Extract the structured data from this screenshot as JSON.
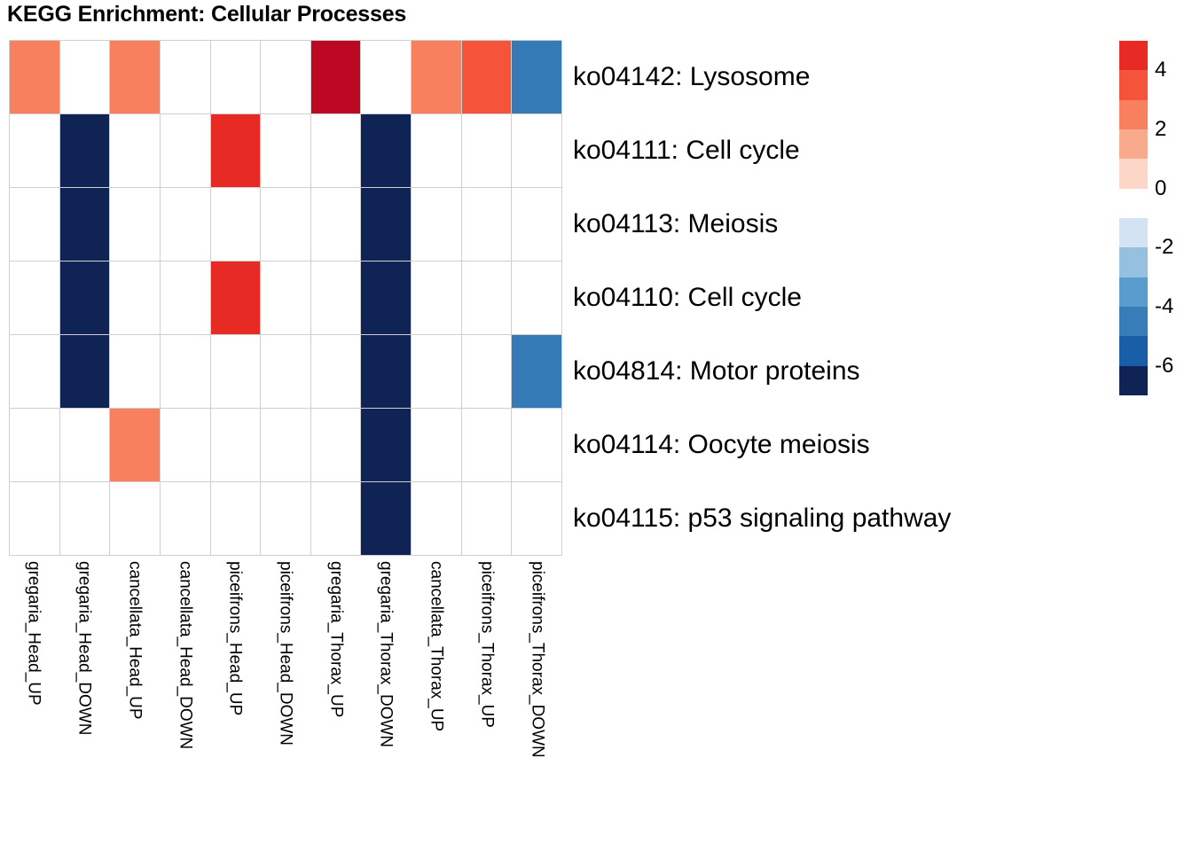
{
  "title": "KEGG Enrichment: Cellular Processes",
  "chart_data": {
    "type": "heatmap",
    "title": "KEGG Enrichment: Cellular Processes",
    "xlabel": "",
    "ylabel": "",
    "grid": true,
    "legend_position": "right",
    "columns": [
      "gregaria_Head_UP",
      "gregaria_Head_DOWN",
      "cancellata_Head_UP",
      "cancellata_Head_DOWN",
      "piceifrons_Head_UP",
      "piceifrons_Head_DOWN",
      "gregaria_Thorax_UP",
      "gregaria_Thorax_DOWN",
      "cancellata_Thorax_UP",
      "piceifrons_Thorax_UP",
      "piceifrons_Thorax_DOWN"
    ],
    "rows": [
      "ko04142: Lysosome",
      "ko04111: Cell cycle",
      "ko04113: Meiosis",
      "ko04110: Cell cycle",
      "ko04814: Motor proteins",
      "ko04114: Oocyte meiosis",
      "ko04115: p53 signaling pathway"
    ],
    "values": [
      [
        2.6,
        0,
        2.6,
        0,
        0,
        0,
        5.6,
        0,
        2.6,
        3.8,
        -4.0
      ],
      [
        0,
        -6.5,
        0,
        0,
        4.6,
        0,
        0,
        -6.5,
        0,
        0,
        0
      ],
      [
        0,
        -6.5,
        0,
        0,
        0,
        0,
        0,
        -6.5,
        0,
        0,
        0
      ],
      [
        0,
        -6.5,
        0,
        0,
        4.6,
        0,
        0,
        -6.5,
        0,
        0,
        0
      ],
      [
        0,
        -6.5,
        0,
        0,
        0,
        0,
        0,
        -6.5,
        0,
        0,
        -4.0
      ],
      [
        0,
        0,
        2.6,
        0,
        0,
        0,
        0,
        -6.5,
        0,
        0,
        0
      ],
      [
        0,
        0,
        0,
        0,
        0,
        0,
        0,
        -6.5,
        0,
        0,
        0
      ]
    ],
    "cell_colors": [
      [
        "#f9805f",
        "#ffffff",
        "#f9805f",
        "#ffffff",
        "#ffffff",
        "#ffffff",
        "#bd0824",
        "#ffffff",
        "#f9805f",
        "#f5533a",
        "#337ab7"
      ],
      [
        "#ffffff",
        "#0f2454",
        "#ffffff",
        "#ffffff",
        "#e82a25",
        "#ffffff",
        "#ffffff",
        "#0f2454",
        "#ffffff",
        "#ffffff",
        "#ffffff"
      ],
      [
        "#ffffff",
        "#0f2454",
        "#ffffff",
        "#ffffff",
        "#ffffff",
        "#ffffff",
        "#ffffff",
        "#0f2454",
        "#ffffff",
        "#ffffff",
        "#ffffff"
      ],
      [
        "#ffffff",
        "#0f2454",
        "#ffffff",
        "#ffffff",
        "#e82a25",
        "#ffffff",
        "#ffffff",
        "#0f2454",
        "#ffffff",
        "#ffffff",
        "#ffffff"
      ],
      [
        "#ffffff",
        "#0f2454",
        "#ffffff",
        "#ffffff",
        "#ffffff",
        "#ffffff",
        "#ffffff",
        "#0f2454",
        "#ffffff",
        "#ffffff",
        "#337ab7"
      ],
      [
        "#ffffff",
        "#ffffff",
        "#f9805f",
        "#ffffff",
        "#ffffff",
        "#ffffff",
        "#ffffff",
        "#0f2454",
        "#ffffff",
        "#ffffff",
        "#ffffff"
      ],
      [
        "#ffffff",
        "#ffffff",
        "#ffffff",
        "#ffffff",
        "#ffffff",
        "#ffffff",
        "#ffffff",
        "#0f2454",
        "#ffffff",
        "#ffffff",
        "#ffffff"
      ]
    ],
    "colorbar": {
      "tick_labels": [
        "4",
        "2",
        "0",
        "-2",
        "-4",
        "-6"
      ],
      "range": [
        -7,
        5
      ],
      "swatches": [
        {
          "color": "#e82a25",
          "value": 5
        },
        {
          "color": "#f5533a",
          "value": 4
        },
        {
          "color": "#f9805f",
          "value": 3
        },
        {
          "color": "#f9a98c",
          "value": 2
        },
        {
          "color": "#fcd6c6",
          "value": 1
        },
        {
          "color": "#ffffff",
          "value": 0
        },
        {
          "color": "#d4e3f3",
          "value": -1
        },
        {
          "color": "#95c0de",
          "value": -2
        },
        {
          "color": "#5a9ccd",
          "value": -3
        },
        {
          "color": "#377eb8",
          "value": -4
        },
        {
          "color": "#1b5ea8",
          "value": -5
        },
        {
          "color": "#0f2454",
          "value": -6
        }
      ]
    }
  },
  "colors": {
    "grid_line": "#cfcfcf",
    "background": "#ffffff",
    "text": "#000000"
  }
}
